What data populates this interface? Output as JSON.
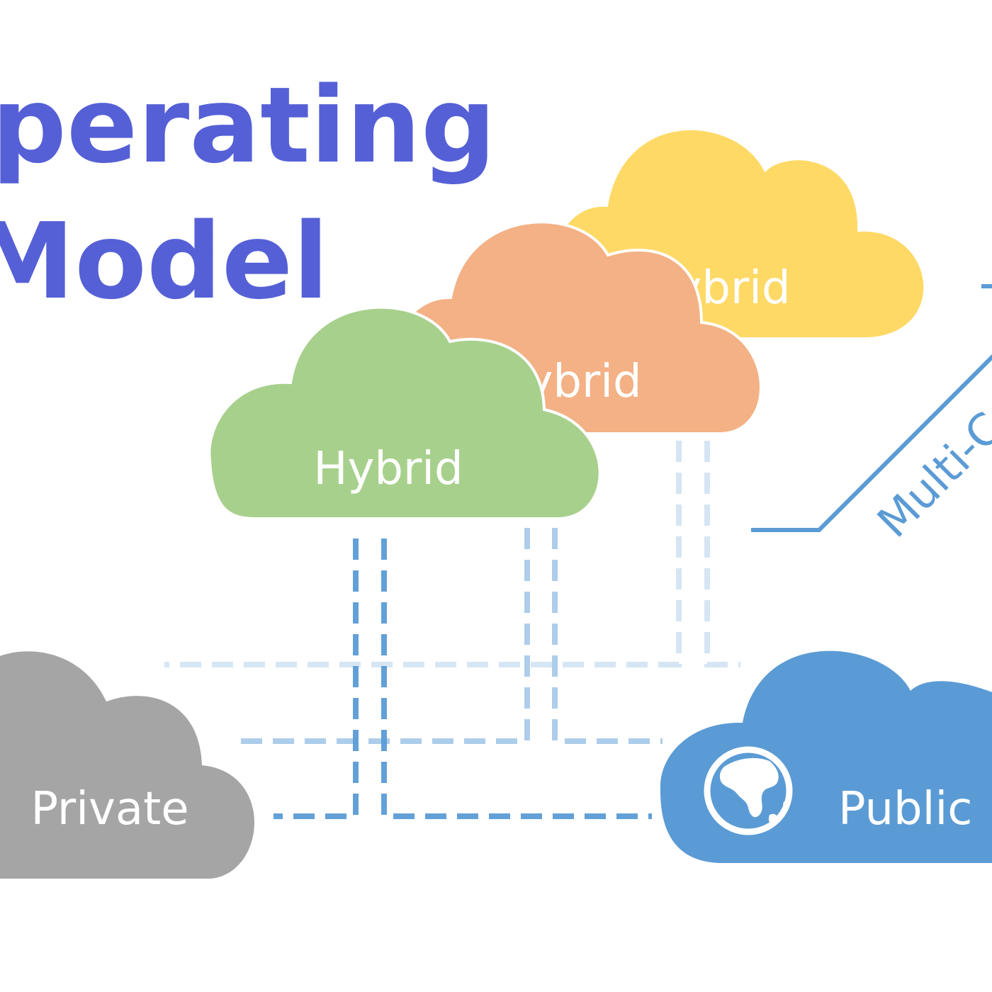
{
  "title": {
    "line1": "perating",
    "line2": "Model",
    "color": "#5560D6"
  },
  "clouds": {
    "yellow": {
      "label": "Hybrid",
      "color": "#FED965"
    },
    "orange": {
      "label": "Hybrid",
      "color": "#F3B185"
    },
    "green": {
      "label": "Hybrid",
      "color": "#A8D08D"
    },
    "private": {
      "label": "Private",
      "color": "#A5A5A5"
    },
    "public": {
      "label": "Public",
      "color": "#5B9BD5",
      "icon": "globe-icon"
    }
  },
  "multi_cloud": {
    "label": "Multi-C",
    "color": "#5B9BD5"
  },
  "connectors": {
    "color": "#5B9BD5"
  }
}
